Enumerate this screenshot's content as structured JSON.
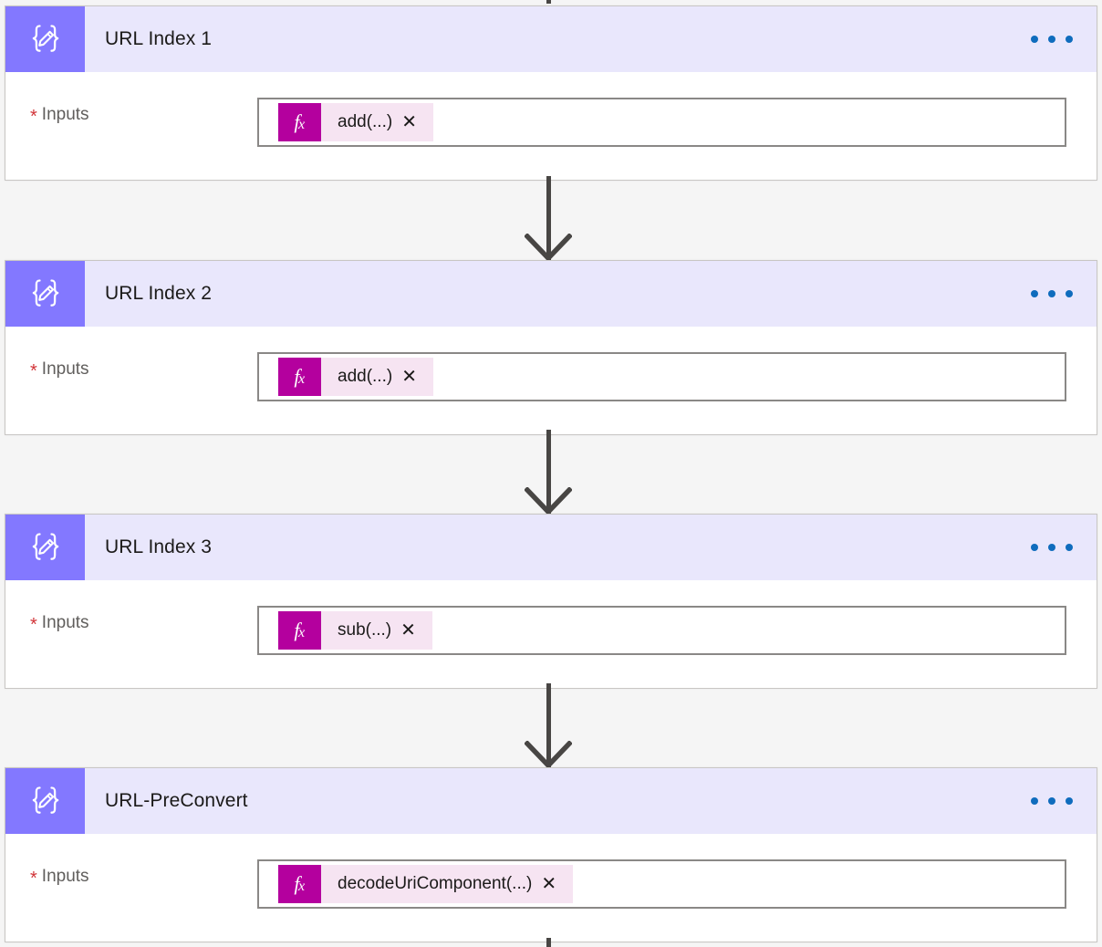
{
  "app": {
    "surface": "flow-designer-canvas",
    "background_color": "#f5f5f5"
  },
  "theme": {
    "card_background": "#ffffff",
    "card_border": "#c8c6c4",
    "header_band": "#e9e7fc",
    "icon_tile": "#8378ff",
    "menu_dot": "#0f6cbd",
    "required_asterisk": "#d13438",
    "expression_badge": "#b4009e",
    "expression_pill": "#f6e4f2",
    "connector_line": "#484644",
    "title_text": "#1b1a19",
    "label_text": "#605e5c",
    "input_border": "#8a8886"
  },
  "icons": {
    "action_icon": "compose-braces-pencil-icon",
    "overflow_menu": "ellipsis-menu-icon",
    "expression": "fx-function-icon",
    "remove_token": "close-x-icon",
    "connector": "down-arrow-icon"
  },
  "cards": [
    {
      "id": "url-index-1",
      "title": "URL Index 1",
      "icon": "compose-braces-pencil-icon",
      "menu_label": "…",
      "field": {
        "label": "Inputs",
        "required": true,
        "required_marker": "*",
        "token": {
          "badge": "fx",
          "text": "add(...)",
          "close": "✕"
        }
      }
    },
    {
      "id": "url-index-2",
      "title": "URL Index 2",
      "icon": "compose-braces-pencil-icon",
      "menu_label": "…",
      "field": {
        "label": "Inputs",
        "required": true,
        "required_marker": "*",
        "token": {
          "badge": "fx",
          "text": "add(...)",
          "close": "✕"
        }
      }
    },
    {
      "id": "url-index-3",
      "title": "URL Index 3",
      "icon": "compose-braces-pencil-icon",
      "menu_label": "…",
      "field": {
        "label": "Inputs",
        "required": true,
        "required_marker": "*",
        "token": {
          "badge": "fx",
          "text": "sub(...)",
          "close": "✕"
        }
      }
    },
    {
      "id": "url-preconvert",
      "title": "URL-PreConvert",
      "icon": "compose-braces-pencil-icon",
      "menu_label": "…",
      "field": {
        "label": "Inputs",
        "required": true,
        "required_marker": "*",
        "token": {
          "badge": "fx",
          "text": "decodeUriComponent(...)",
          "close": "✕"
        }
      }
    }
  ]
}
